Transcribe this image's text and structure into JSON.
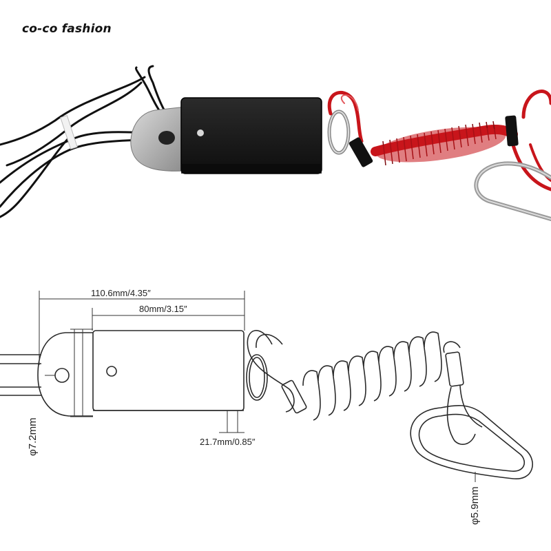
{
  "brand": {
    "name": "co-co fashion"
  },
  "colors": {
    "housing": "#161616",
    "cable": "#d41a1f",
    "wire": "#111111",
    "metal": "#a9a9a9",
    "line": "#2a2a2a"
  },
  "diagram": {
    "dim_total": "110.6mm/4.35″",
    "dim_body": "80mm/3.15″",
    "dim_height": "21.7mm/0.85″",
    "dim_hole": "φ7.2mm",
    "dim_wire": "φ5.9mm"
  }
}
